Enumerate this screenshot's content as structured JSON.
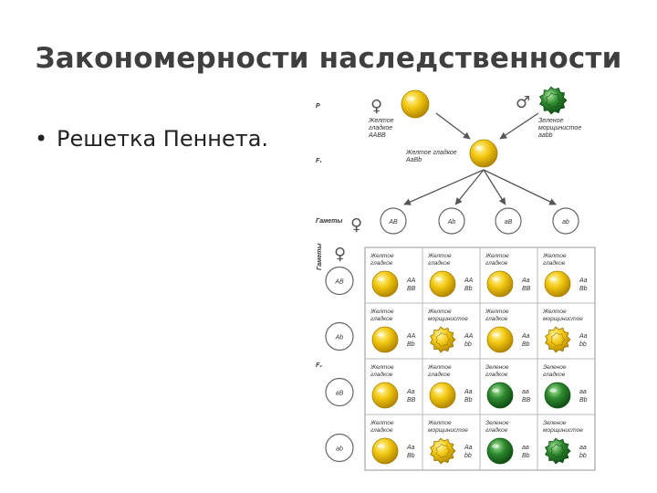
{
  "slide": {
    "title": "Закономерности наследственности",
    "bullet": "Решетка Пеннета."
  },
  "diagram": {
    "labels": {
      "p": "P",
      "f1": "F₁",
      "f2": "F₂",
      "gametes_row": "Гаметы",
      "gametes_col": "Гаметы"
    },
    "symbols": {
      "female": "♀",
      "male": "♂"
    },
    "parents": [
      {
        "sex": "female",
        "line1": "Желтое",
        "line2": "гладкое",
        "genotype": "AABB",
        "phenotype": "yellow-smooth"
      },
      {
        "sex": "male",
        "line1": "Зеленое",
        "line2": "морщинистое",
        "genotype": "aabb",
        "phenotype": "green-wrinkled"
      }
    ],
    "f1": {
      "line1": "Желтое гладкое",
      "line2": "AaBb",
      "phenotype": "yellow-smooth"
    },
    "gametes": [
      "AB",
      "Ab",
      "aB",
      "ab"
    ],
    "grid": [
      [
        {
          "line1": "Желтое",
          "line2": "гладкое",
          "g1": "AA",
          "g2": "BB",
          "ph": "yellow-smooth"
        },
        {
          "line1": "Желтое",
          "line2": "гладкое",
          "g1": "AA",
          "g2": "Bb",
          "ph": "yellow-smooth"
        },
        {
          "line1": "Желтое",
          "line2": "гладкое",
          "g1": "Aa",
          "g2": "BB",
          "ph": "yellow-smooth"
        },
        {
          "line1": "Желтое",
          "line2": "гладкое",
          "g1": "Aa",
          "g2": "Bb",
          "ph": "yellow-smooth"
        }
      ],
      [
        {
          "line1": "Желтое",
          "line2": "гладкое",
          "g1": "AA",
          "g2": "Bb",
          "ph": "yellow-smooth"
        },
        {
          "line1": "Желтое",
          "line2": "морщинистое",
          "g1": "AA",
          "g2": "bb",
          "ph": "yellow-wrinkled"
        },
        {
          "line1": "Желтое",
          "line2": "гладкое",
          "g1": "Aa",
          "g2": "Bb",
          "ph": "yellow-smooth"
        },
        {
          "line1": "Желтое",
          "line2": "морщинистое",
          "g1": "Aa",
          "g2": "bb",
          "ph": "yellow-wrinkled"
        }
      ],
      [
        {
          "line1": "Желтое",
          "line2": "гладкое",
          "g1": "Aa",
          "g2": "BB",
          "ph": "yellow-smooth"
        },
        {
          "line1": "Желтое",
          "line2": "гладкое",
          "g1": "Aa",
          "g2": "Bb",
          "ph": "yellow-smooth"
        },
        {
          "line1": "Зеленое",
          "line2": "гладкое",
          "g1": "aa",
          "g2": "BB",
          "ph": "green-smooth"
        },
        {
          "line1": "Зеленое",
          "line2": "гладкое",
          "g1": "aa",
          "g2": "Bb",
          "ph": "green-smooth"
        }
      ],
      [
        {
          "line1": "Желтое",
          "line2": "гладкое",
          "g1": "Aa",
          "g2": "Bb",
          "ph": "yellow-smooth"
        },
        {
          "line1": "Желтое",
          "line2": "морщинистое",
          "g1": "Aa",
          "g2": "bb",
          "ph": "yellow-wrinkled"
        },
        {
          "line1": "Зеленое",
          "line2": "гладкое",
          "g1": "aa",
          "g2": "Bb",
          "ph": "green-smooth"
        },
        {
          "line1": "Зеленое",
          "line2": "морщинистое",
          "g1": "aa",
          "g2": "bb",
          "ph": "green-wrinkled"
        }
      ]
    ],
    "colors": {
      "yellow": "#f2c811",
      "green": "#2f8a2f",
      "grid_line": "#b8b8b8",
      "text": "#333333"
    }
  }
}
